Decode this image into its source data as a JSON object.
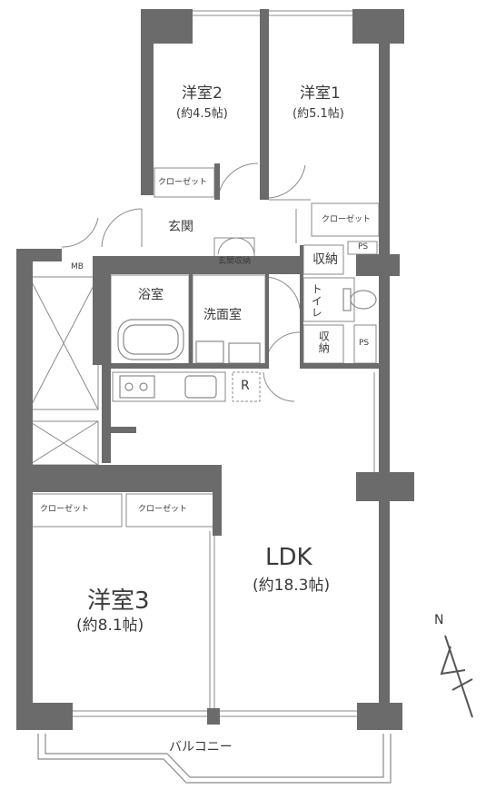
{
  "rooms": {
    "western2": {
      "name": "洋室2",
      "size": "(約4.5帖)"
    },
    "western1": {
      "name": "洋室1",
      "size": "(約5.1帖)"
    },
    "western3": {
      "name": "洋室3",
      "size": "(約8.1帖)"
    },
    "ldk": {
      "name": "LDK",
      "size": "(約18.3帖)"
    },
    "entrance": "玄関",
    "entrance_storage": "玄関収納",
    "bathroom": "浴室",
    "washroom": "洗面室",
    "toilet": "トイレ",
    "storage_upper": "収納",
    "storage_lower": "収納",
    "ps_upper": "PS",
    "ps_lower": "PS",
    "mb": "MB",
    "fridge": "R",
    "balcony": "バルコニー"
  },
  "closets": {
    "western2": "クローゼット",
    "western1": "クローゼット",
    "western3_left": "クローゼット",
    "western3_right": "クローゼット"
  },
  "compass": {
    "label": "N"
  },
  "colors": {
    "wall": "#6b6b6b",
    "line": "#8a8a8a",
    "fixture": "#9a9a9a"
  }
}
